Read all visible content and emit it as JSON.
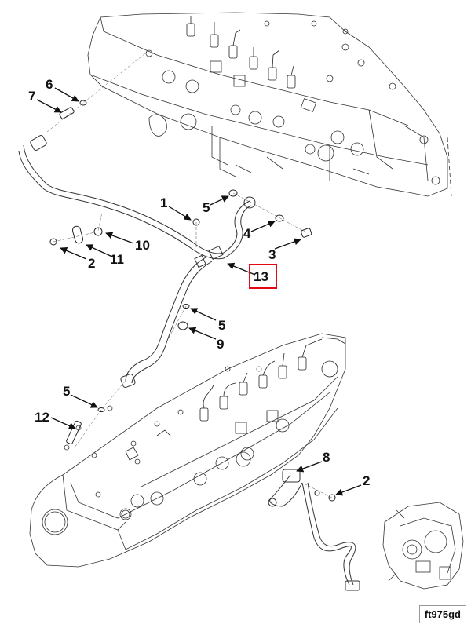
{
  "figure": {
    "id_label": "ft975gd",
    "highlight_color": "#e30613",
    "line_color": "#333333"
  },
  "callouts": [
    {
      "key": "c6",
      "number": "6",
      "part": "o-ring"
    },
    {
      "key": "c7",
      "number": "7",
      "part": "fitting"
    },
    {
      "key": "c1",
      "number": "1",
      "part": "clip"
    },
    {
      "key": "c5a",
      "number": "5",
      "part": "o-ring"
    },
    {
      "key": "c4",
      "number": "4",
      "part": "washer"
    },
    {
      "key": "c3",
      "number": "3",
      "part": "banjo-bolt"
    },
    {
      "key": "c10",
      "number": "10",
      "part": "clamp"
    },
    {
      "key": "c2a",
      "number": "2",
      "part": "bolt"
    },
    {
      "key": "c11",
      "number": "11",
      "part": "bracket"
    },
    {
      "key": "c13",
      "number": "13",
      "part": "fuel-line-assembly",
      "highlighted": true
    },
    {
      "key": "c5b",
      "number": "5",
      "part": "o-ring"
    },
    {
      "key": "c9",
      "number": "9",
      "part": "eye-fitting"
    },
    {
      "key": "c5c",
      "number": "5",
      "part": "o-ring"
    },
    {
      "key": "c12",
      "number": "12",
      "part": "connector"
    },
    {
      "key": "c8",
      "number": "8",
      "part": "pressure-line"
    },
    {
      "key": "c2b",
      "number": "2",
      "part": "bolt"
    }
  ]
}
